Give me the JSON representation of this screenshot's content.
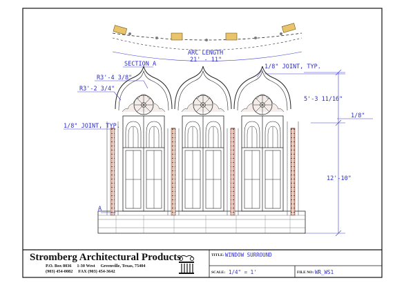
{
  "drawing": {
    "plan_label": "ARC LENGTH",
    "plan_value": "21' - 11\"",
    "section_label": "SECTION A",
    "dim_radius_outer": "R3'-4 3/8\"",
    "dim_radius_inner": "R3'-2 3/4\"",
    "dim_joint_top": "1/8\" JOINT, TYP.",
    "dim_joint_left": "1/8\" JOINT, TYP.",
    "dim_arch_height": "5'-3 11/16\"",
    "dim_side_joint": "1/8\"",
    "dim_total_height": "12'-10\"",
    "section_marker": "A"
  },
  "title_block": {
    "company": "Stromberg Architectural Products",
    "address_line1": "P.O. Box 8036     1-30 West     Greenville, Texas, 75404",
    "address_line2": "(903) 454-0082     FAX (903) 454-3642",
    "title_label": "TITLE:",
    "title_value": "WINDOW SURROUND",
    "scale_label": "SCALE:",
    "scale_value": "1/4\" = 1'",
    "file_label": "FILE NO:",
    "file_value": "WR_WS1"
  }
}
